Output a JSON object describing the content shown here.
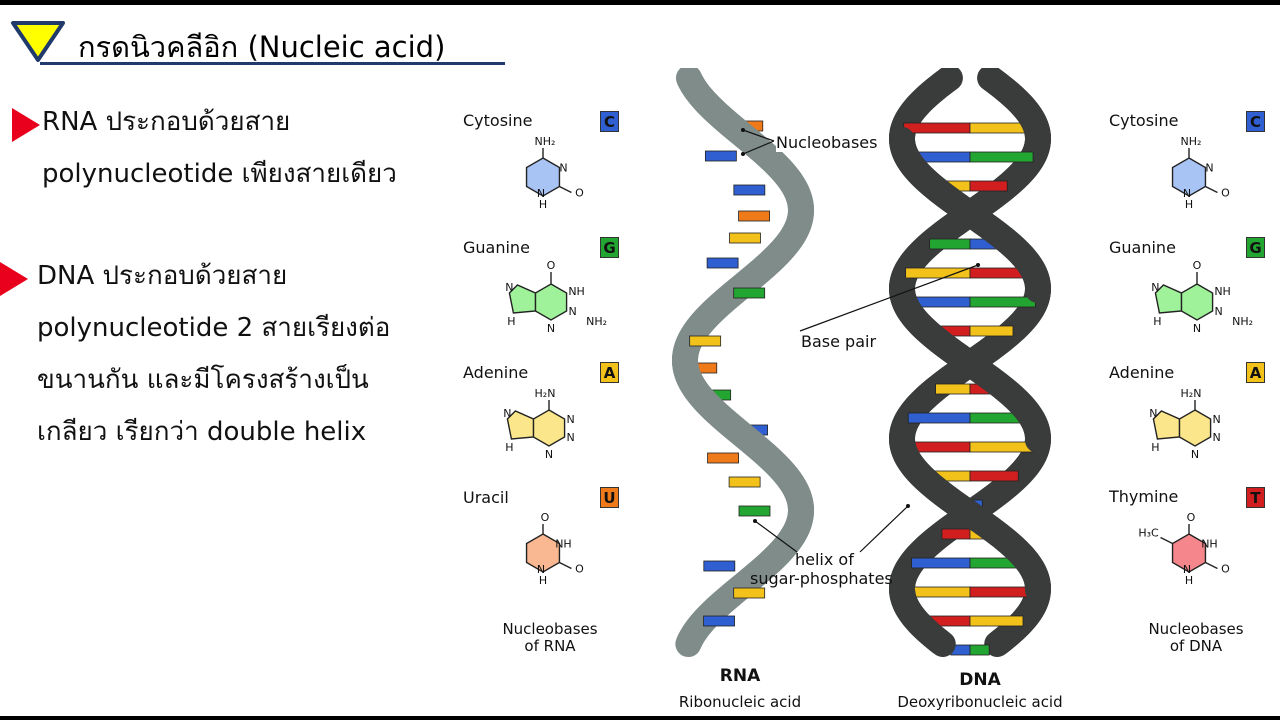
{
  "title": "กรดนิวคลีอิก (Nucleic  acid)",
  "bullets": [
    [
      "RNA ประกอบด้วยสาย",
      "polynucleotide เพียงสายเดียว"
    ],
    [
      "DNA ประกอบด้วยสาย",
      "polynucleotide 2 สายเรียงต่อ",
      "ขนานกัน และมีโครงสร้างเป็น",
      "เกลียว เรียกว่า double helix"
    ]
  ],
  "rna_bases": {
    "items": [
      {
        "name": "Cytosine",
        "letter": "C"
      },
      {
        "name": "Guanine",
        "letter": "G"
      },
      {
        "name": "Adenine",
        "letter": "A"
      },
      {
        "name": "Uracil",
        "letter": "U"
      }
    ],
    "caption": "Nucleobases\nof RNA"
  },
  "dna_bases": {
    "items": [
      {
        "name": "Cytosine",
        "letter": "C"
      },
      {
        "name": "Guanine",
        "letter": "G"
      },
      {
        "name": "Adenine",
        "letter": "A"
      },
      {
        "name": "Thymine",
        "letter": "T"
      }
    ],
    "caption": "Nucleobases\nof DNA"
  },
  "atoms": {
    "N": "N",
    "NH": "NH",
    "H": "H",
    "O": "O",
    "NH2": "NH₂",
    "H2N": "H₂N",
    "H3C": "H₃C"
  },
  "callouts": {
    "nucleobases": "Nucleobases",
    "base_pair": "Base pair",
    "helix_line1": "helix of",
    "helix_line2": "sugar-phosphates"
  },
  "rna_label": {
    "short": "RNA",
    "long": "Ribonucleic acid"
  },
  "dna_label": {
    "short": "DNA",
    "long": "Deoxyribonucleic acid"
  },
  "colors": {
    "cytosine": "#2f5fd0",
    "guanine": "#22a531",
    "adenine": "#f2c21a",
    "uracil": "#ef7a1a",
    "thymine": "#d11e1e",
    "rna_backbone": "#7f8c8a",
    "dna_backbone": "#3a3c3c",
    "title_triangle": "#ffff00",
    "title_underline": "#1f3a6b",
    "bullet_arrow": "#e8001c",
    "mol_cytosine": "#a8c4f4",
    "mol_guanine": "#9ff29a",
    "mol_adenine": "#fbe68c",
    "mol_uracil": "#f9b891",
    "mol_thymine": "#f4868c"
  }
}
